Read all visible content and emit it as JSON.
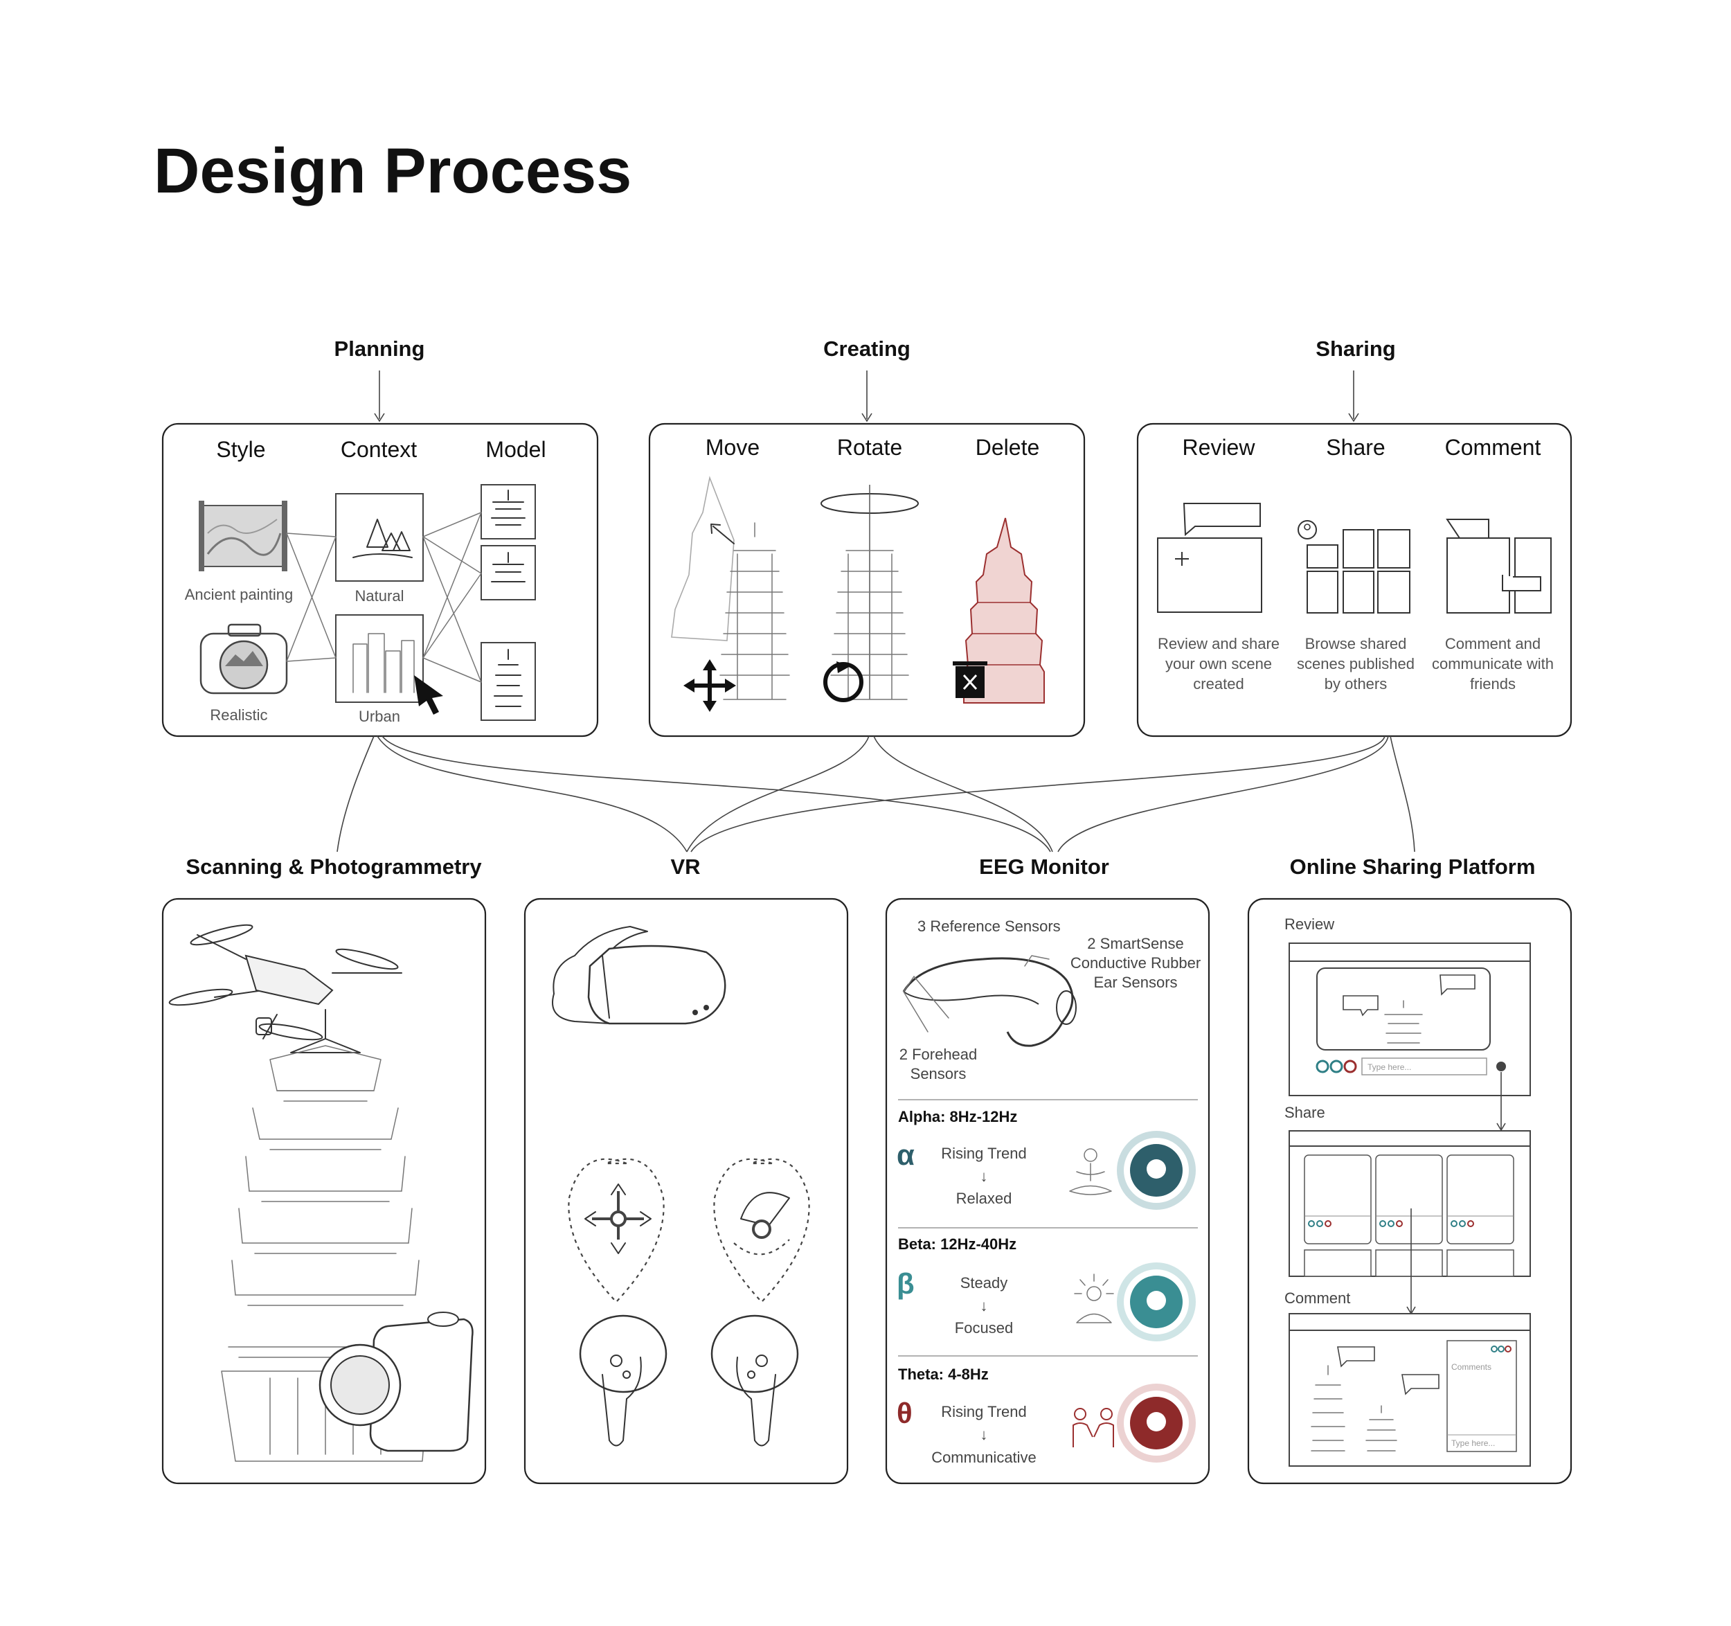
{
  "title": "Design Process",
  "stages": {
    "planning": {
      "label": "Planning",
      "columns": [
        "Style",
        "Context",
        "Model"
      ],
      "style_items": [
        "Ancient painting",
        "Realistic"
      ],
      "context_items": [
        "Natural",
        "Urban"
      ]
    },
    "creating": {
      "label": "Creating",
      "columns": [
        "Move",
        "Rotate",
        "Delete"
      ]
    },
    "sharing": {
      "label": "Sharing",
      "columns": [
        "Review",
        "Share",
        "Comment"
      ],
      "captions": [
        [
          "Review and share",
          "your own scene",
          "created"
        ],
        [
          "Browse shared",
          "scenes published",
          "by others"
        ],
        [
          "Comment and",
          "communicate with",
          "friends"
        ]
      ]
    }
  },
  "technologies": {
    "scanning": {
      "label": "Scanning & Photogrammetry"
    },
    "vr": {
      "label": "VR"
    },
    "eeg": {
      "label": "EEG Monitor",
      "sensors": {
        "reference": "3 Reference Sensors",
        "ear": [
          "2 SmartSense",
          "Conductive Rubber",
          "Ear Sensors"
        ],
        "forehead": [
          "2 Forehead",
          "Sensors"
        ]
      },
      "bands": [
        {
          "name": "Alpha: 8Hz-12Hz",
          "symbol": "α",
          "trend": "Rising Trend",
          "state": "Relaxed",
          "color": "#2e5f6b"
        },
        {
          "name": "Beta: 12Hz-40Hz",
          "symbol": "β",
          "trend": "Steady",
          "state": "Focused",
          "color": "#3a8e93"
        },
        {
          "name": "Theta: 4-8Hz",
          "symbol": "θ",
          "trend": "Rising Trend",
          "state": "Communicative",
          "color": "#8e2a2a"
        }
      ],
      "arrow": "↓"
    },
    "platform": {
      "label": "Online Sharing Platform",
      "panels": [
        "Review",
        "Share",
        "Comment"
      ],
      "input_placeholder": "Type here...",
      "comments_label": "Comments"
    }
  },
  "colors": {
    "accent_red": "#9b2f2f",
    "delete_fill": "#f0d4d2",
    "teal": "#2f7f86"
  }
}
